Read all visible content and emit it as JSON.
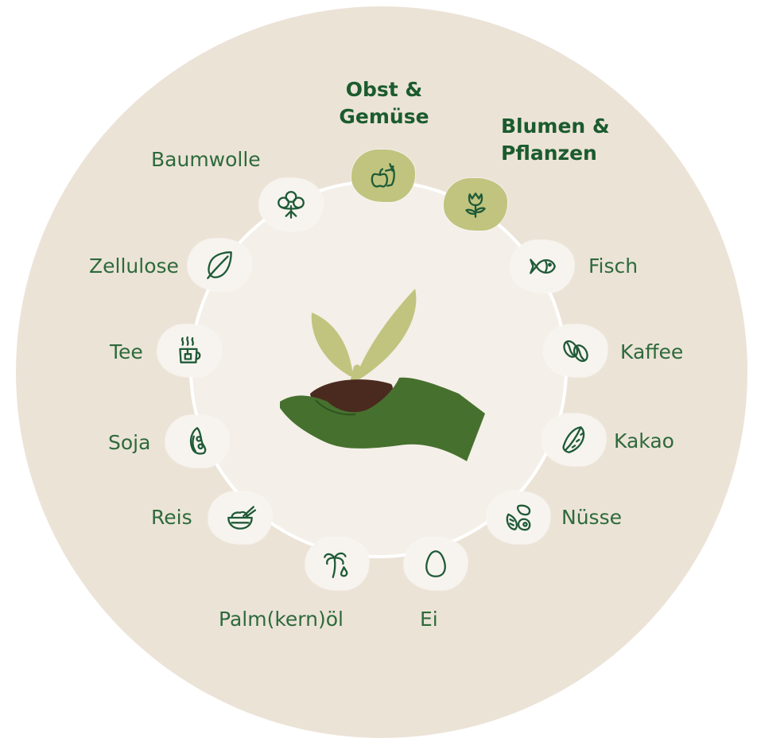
{
  "colors": {
    "outer_ring": "#ece3d7",
    "inner_circle": "#f4efe8",
    "node_default": "#f7f4ef",
    "node_active": "#c0c47e",
    "label_text": "#2d6a3b",
    "icon_stroke": "#1f5a37",
    "hand": "#46702e",
    "leaves": "#c0c47e",
    "soil": "#4a2a1f"
  },
  "center": {
    "illustration": "hand-holding-seedling-icon"
  },
  "categories": [
    {
      "id": "obst-gemuese",
      "label": "Obst &\nGemüse",
      "icon": "apple-pepper-icon",
      "active": true
    },
    {
      "id": "blumen-pflanzen",
      "label": "Blumen &\nPflanzen",
      "icon": "tulip-icon",
      "active": true
    },
    {
      "id": "fisch",
      "label": "Fisch",
      "icon": "fish-icon",
      "active": false
    },
    {
      "id": "kaffee",
      "label": "Kaffee",
      "icon": "coffee-beans-icon",
      "active": false
    },
    {
      "id": "kakao",
      "label": "Kakao",
      "icon": "cocoa-pod-icon",
      "active": false
    },
    {
      "id": "nuesse",
      "label": "Nüsse",
      "icon": "nuts-icon",
      "active": false
    },
    {
      "id": "ei",
      "label": "Ei",
      "icon": "egg-icon",
      "active": false
    },
    {
      "id": "palmkernoel",
      "label": "Palm(kern)öl",
      "icon": "palm-tree-oil-icon",
      "active": false
    },
    {
      "id": "reis",
      "label": "Reis",
      "icon": "rice-bowl-icon",
      "active": false
    },
    {
      "id": "soja",
      "label": "Soja",
      "icon": "soy-pod-icon",
      "active": false
    },
    {
      "id": "tee",
      "label": "Tee",
      "icon": "tea-cup-icon",
      "active": false
    },
    {
      "id": "zellulose",
      "label": "Zellulose",
      "icon": "leaf-icon",
      "active": false
    },
    {
      "id": "baumwolle",
      "label": "Baumwolle",
      "icon": "cotton-plant-icon",
      "active": false
    }
  ]
}
